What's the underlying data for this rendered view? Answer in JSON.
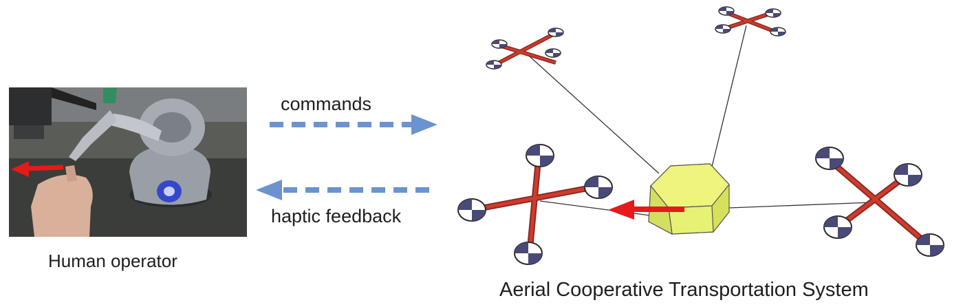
{
  "labels": {
    "commands": "commands",
    "haptic_feedback": "haptic feedback",
    "human_operator": "Human operator",
    "system": "Aerial Cooperative Transportation System"
  },
  "colors": {
    "dashed_arrow": "#6b93cf",
    "force_arrow": "#e51a1a",
    "quad_arm": "#cf3b2d",
    "payload": "#e6f274",
    "cable": "#333333",
    "rotor_dark": "#4a4a78",
    "rotor_light": "#ffffff"
  },
  "icons": {
    "operator_photo": "haptic-device-photo",
    "payload": "hexagonal-prism",
    "quadrotor": "quadrotor-drone"
  }
}
